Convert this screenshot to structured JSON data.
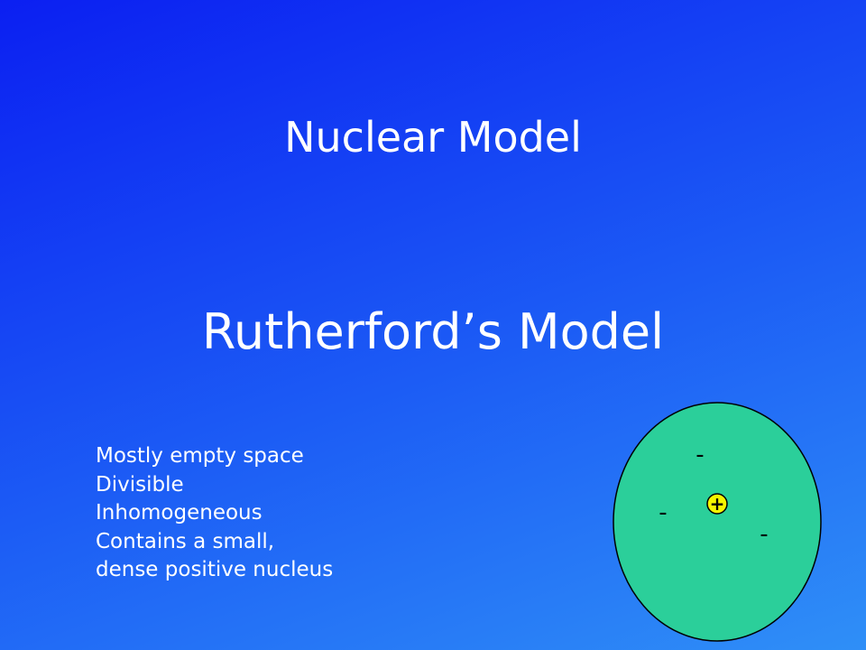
{
  "slide": {
    "title": "Nuclear Model",
    "subtitle": "Rutherford’s Model",
    "bullets": [
      "Mostly empty space",
      "Divisible",
      "Inhomogeneous",
      "Contains a small,",
      "dense positive nucleus"
    ]
  },
  "atom_diagram": {
    "atom_color": "#2bcf9a",
    "nucleus_color": "#f6f500",
    "nucleus_symbol": "+",
    "electron_symbol": "-"
  }
}
